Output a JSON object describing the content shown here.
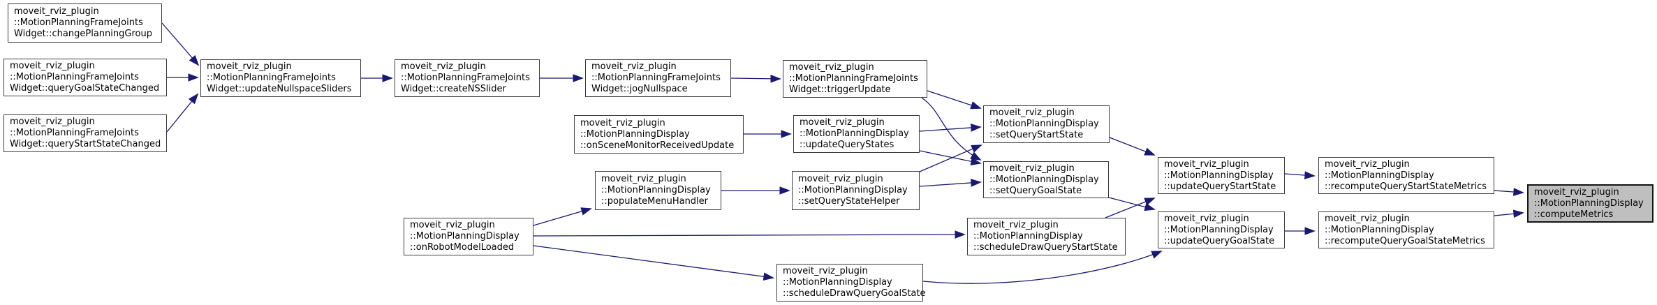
{
  "diagram": {
    "kind": "call-graph",
    "target_function": "moveit_rviz_plugin::MotionPlanningDisplay::computeMetrics",
    "colors": {
      "background": "#ffffff",
      "node_fill": "#ffffff",
      "node_border": "#3d3d3d",
      "highlight_fill": "#bfbfbf",
      "highlight_border": "#141414",
      "edge": "#191970",
      "text": "#000000"
    }
  },
  "nodes": [
    {
      "id": "changePlanningGroup",
      "lines": [
        "moveit_rviz_plugin",
        "::MotionPlanningFrameJoints",
        "Widget::changePlanningGroup"
      ],
      "highlight": false
    },
    {
      "id": "queryGoalStateChanged",
      "lines": [
        "moveit_rviz_plugin",
        "::MotionPlanningFrameJoints",
        "Widget::queryGoalStateChanged"
      ],
      "highlight": false
    },
    {
      "id": "queryStartStateChanged",
      "lines": [
        "moveit_rviz_plugin",
        "::MotionPlanningFrameJoints",
        "Widget::queryStartStateChanged"
      ],
      "highlight": false
    },
    {
      "id": "updateNullspaceSliders",
      "lines": [
        "moveit_rviz_plugin",
        "::MotionPlanningFrameJoints",
        "Widget::updateNullspaceSliders"
      ],
      "highlight": false
    },
    {
      "id": "createNSSlider",
      "lines": [
        "moveit_rviz_plugin",
        "::MotionPlanningFrameJoints",
        "Widget::createNSSlider"
      ],
      "highlight": false
    },
    {
      "id": "jogNullspace",
      "lines": [
        "moveit_rviz_plugin",
        "::MotionPlanningFrameJoints",
        "Widget::jogNullspace"
      ],
      "highlight": false
    },
    {
      "id": "triggerUpdate",
      "lines": [
        "moveit_rviz_plugin",
        "::MotionPlanningFrameJoints",
        "Widget::triggerUpdate"
      ],
      "highlight": false
    },
    {
      "id": "onSceneMonitorReceivedUpdate",
      "lines": [
        "moveit_rviz_plugin",
        "::MotionPlanningDisplay",
        "::onSceneMonitorReceivedUpdate"
      ],
      "highlight": false
    },
    {
      "id": "updateQueryStates",
      "lines": [
        "moveit_rviz_plugin",
        "::MotionPlanningDisplay",
        "::updateQueryStates"
      ],
      "highlight": false
    },
    {
      "id": "populateMenuHandler",
      "lines": [
        "moveit_rviz_plugin",
        "::MotionPlanningDisplay",
        "::populateMenuHandler"
      ],
      "highlight": false
    },
    {
      "id": "setQueryStateHelper",
      "lines": [
        "moveit_rviz_plugin",
        "::MotionPlanningDisplay",
        "::setQueryStateHelper"
      ],
      "highlight": false
    },
    {
      "id": "setQueryStartState",
      "lines": [
        "moveit_rviz_plugin",
        "::MotionPlanningDisplay",
        "::setQueryStartState"
      ],
      "highlight": false
    },
    {
      "id": "setQueryGoalState",
      "lines": [
        "moveit_rviz_plugin",
        "::MotionPlanningDisplay",
        "::setQueryGoalState"
      ],
      "highlight": false
    },
    {
      "id": "onRobotModelLoaded",
      "lines": [
        "moveit_rviz_plugin",
        "::MotionPlanningDisplay",
        "::onRobotModelLoaded"
      ],
      "highlight": false
    },
    {
      "id": "scheduleDrawQueryStartState",
      "lines": [
        "moveit_rviz_plugin",
        "::MotionPlanningDisplay",
        "::scheduleDrawQueryStartState"
      ],
      "highlight": false
    },
    {
      "id": "scheduleDrawQueryGoalState",
      "lines": [
        "moveit_rviz_plugin",
        "::MotionPlanningDisplay",
        "::scheduleDrawQueryGoalState"
      ],
      "highlight": false
    },
    {
      "id": "updateQueryStartState",
      "lines": [
        "moveit_rviz_plugin",
        "::MotionPlanningDisplay",
        "::updateQueryStartState"
      ],
      "highlight": false
    },
    {
      "id": "updateQueryGoalState",
      "lines": [
        "moveit_rviz_plugin",
        "::MotionPlanningDisplay",
        "::updateQueryGoalState"
      ],
      "highlight": false
    },
    {
      "id": "recomputeQueryStartStateMetrics",
      "lines": [
        "moveit_rviz_plugin",
        "::MotionPlanningDisplay",
        "::recomputeQueryStartStateMetrics"
      ],
      "highlight": false
    },
    {
      "id": "recomputeQueryGoalStateMetrics",
      "lines": [
        "moveit_rviz_plugin",
        "::MotionPlanningDisplay",
        "::recomputeQueryGoalStateMetrics"
      ],
      "highlight": false
    },
    {
      "id": "computeMetrics",
      "lines": [
        "moveit_rviz_plugin",
        "::MotionPlanningDisplay",
        "::computeMetrics"
      ],
      "highlight": true
    }
  ],
  "edges": [
    {
      "from": "changePlanningGroup",
      "to": "updateNullspaceSliders"
    },
    {
      "from": "queryGoalStateChanged",
      "to": "updateNullspaceSliders"
    },
    {
      "from": "queryStartStateChanged",
      "to": "updateNullspaceSliders"
    },
    {
      "from": "updateNullspaceSliders",
      "to": "createNSSlider"
    },
    {
      "from": "createNSSlider",
      "to": "jogNullspace"
    },
    {
      "from": "jogNullspace",
      "to": "triggerUpdate"
    },
    {
      "from": "triggerUpdate",
      "to": "setQueryStartState"
    },
    {
      "from": "triggerUpdate",
      "to": "setQueryGoalState"
    },
    {
      "from": "onSceneMonitorReceivedUpdate",
      "to": "updateQueryStates"
    },
    {
      "from": "updateQueryStates",
      "to": "setQueryStartState"
    },
    {
      "from": "updateQueryStates",
      "to": "setQueryGoalState"
    },
    {
      "from": "populateMenuHandler",
      "to": "setQueryStateHelper"
    },
    {
      "from": "setQueryStateHelper",
      "to": "setQueryStartState"
    },
    {
      "from": "setQueryStateHelper",
      "to": "setQueryGoalState"
    },
    {
      "from": "onRobotModelLoaded",
      "to": "populateMenuHandler"
    },
    {
      "from": "onRobotModelLoaded",
      "to": "scheduleDrawQueryStartState"
    },
    {
      "from": "onRobotModelLoaded",
      "to": "scheduleDrawQueryGoalState"
    },
    {
      "from": "setQueryStartState",
      "to": "updateQueryStartState"
    },
    {
      "from": "setQueryGoalState",
      "to": "updateQueryGoalState"
    },
    {
      "from": "scheduleDrawQueryStartState",
      "to": "updateQueryStartState"
    },
    {
      "from": "scheduleDrawQueryGoalState",
      "to": "updateQueryGoalState"
    },
    {
      "from": "updateQueryStartState",
      "to": "recomputeQueryStartStateMetrics"
    },
    {
      "from": "updateQueryGoalState",
      "to": "recomputeQueryGoalStateMetrics"
    },
    {
      "from": "recomputeQueryStartStateMetrics",
      "to": "computeMetrics"
    },
    {
      "from": "recomputeQueryGoalStateMetrics",
      "to": "computeMetrics"
    }
  ]
}
